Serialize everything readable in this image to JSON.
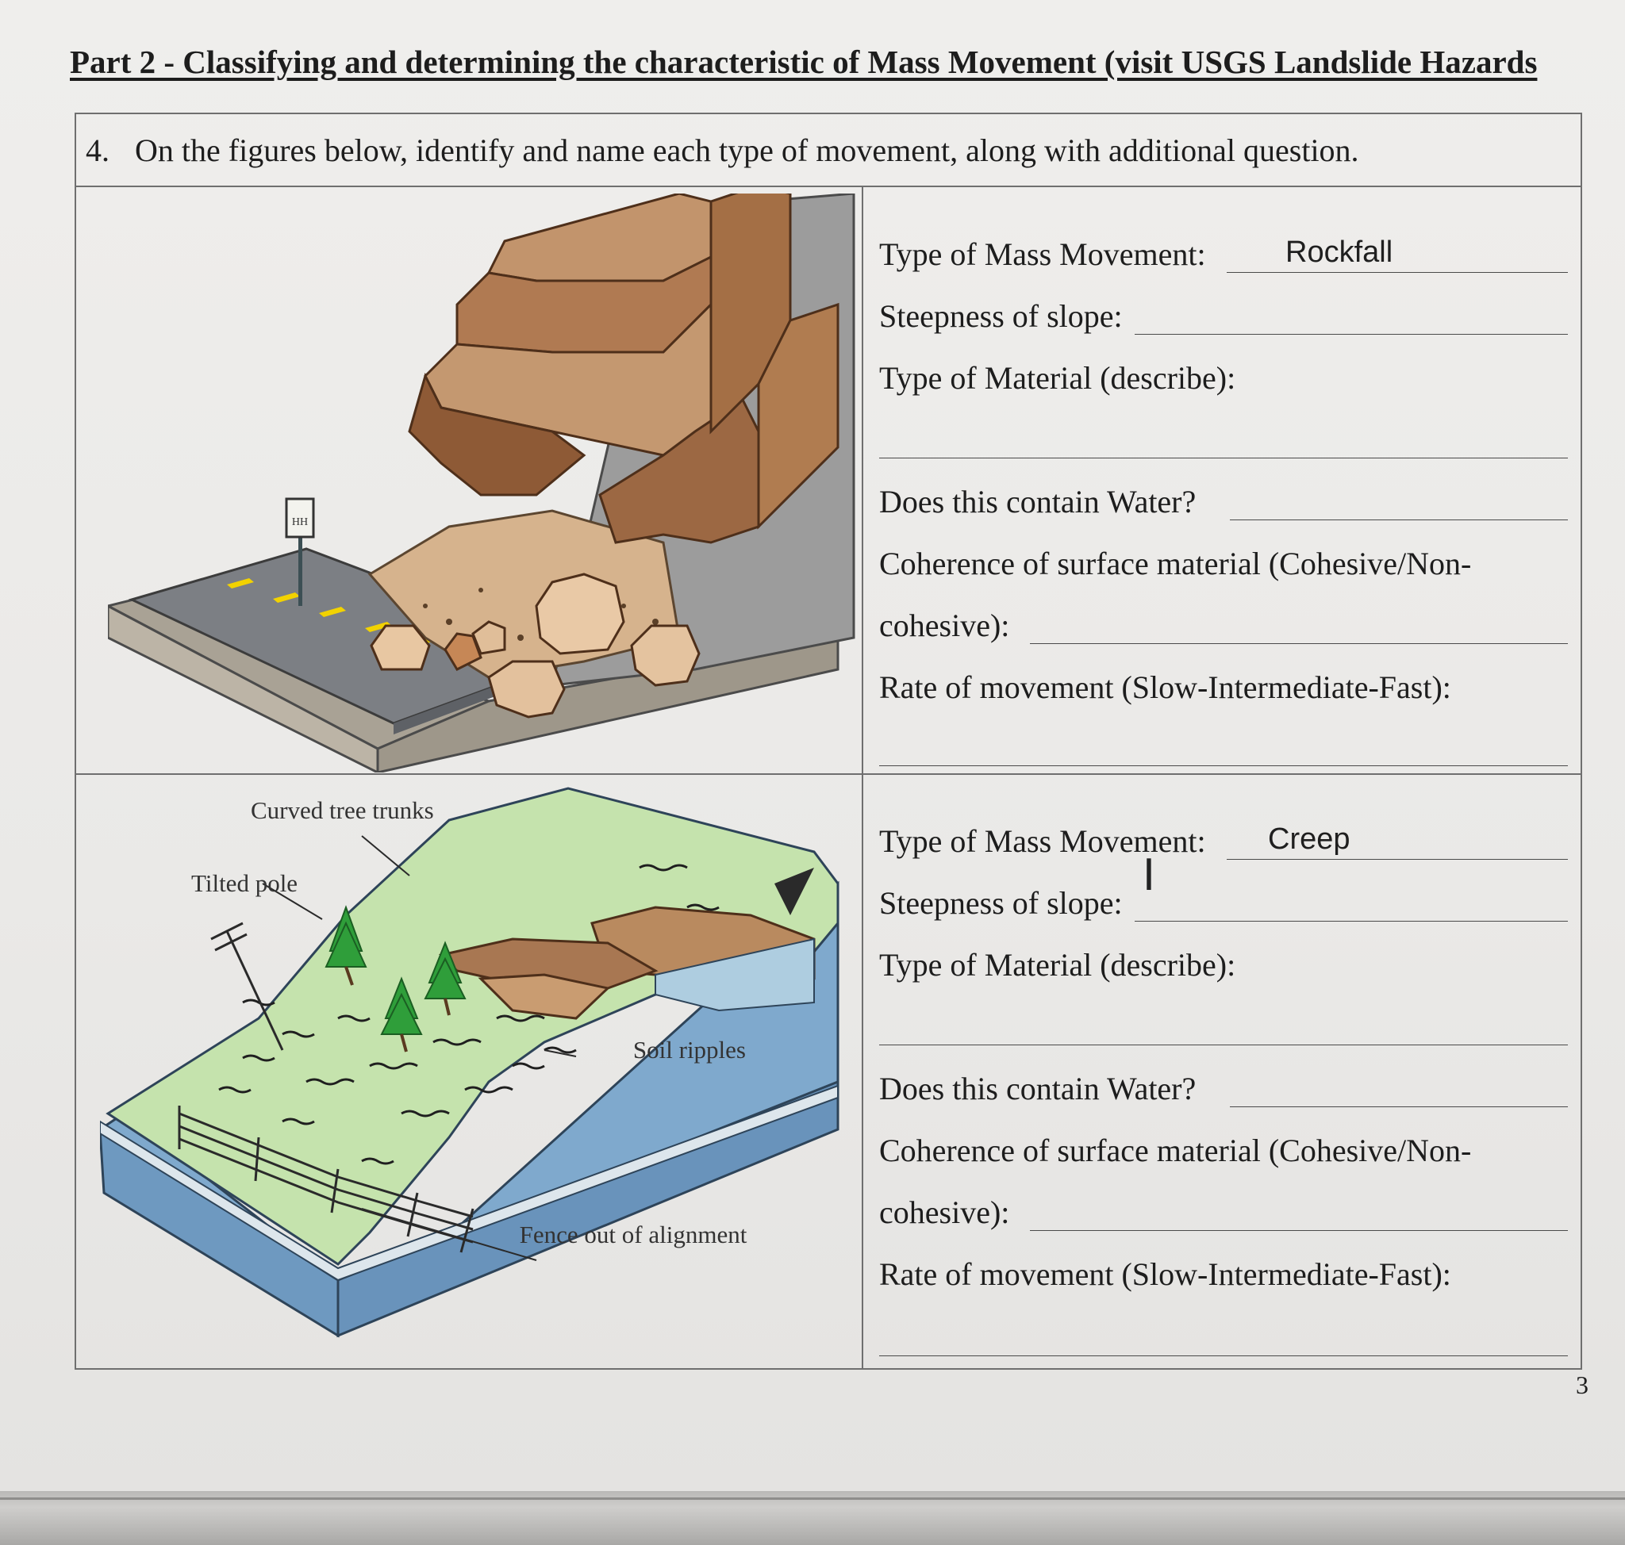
{
  "header": {
    "title": "Part 2 - Classifying and determining the characteristic of Mass Movement (visit USGS Landslide Hazards"
  },
  "question": {
    "number": "4.",
    "text": "On the figures below, identify and name each type of movement, along with additional question."
  },
  "panels": [
    {
      "figure": {
        "icon": "rockfall-illustration",
        "sign_text": "HH"
      },
      "fields": {
        "type_label": "Type of Mass Movement:",
        "type_answer": "Rockfall",
        "steepness_label": "Steepness of slope:",
        "material_label": "Type of Material (describe):",
        "water_label": "Does this contain Water?",
        "coherence_label_1": "Coherence of surface material (Cohesive/Non-",
        "coherence_label_2": "cohesive):",
        "rate_label": "Rate of movement (Slow-Intermediate-Fast):"
      }
    },
    {
      "figure": {
        "icon": "creep-illustration",
        "labels": {
          "curved_trees": "Curved tree trunks",
          "tilted_pole": "Tilted pole",
          "soil_ripples": "Soil ripples",
          "fence": "Fence out of alignment"
        }
      },
      "fields": {
        "type_label": "Type of Mass Movement:",
        "type_answer": "Creep",
        "steepness_label": "Steepness of slope:",
        "material_label": "Type of Material (describe):",
        "water_label": "Does this contain Water?",
        "coherence_label_1": "Coherence of surface material (Cohesive/Non-",
        "coherence_label_2": "cohesive):",
        "rate_label": "Rate of movement (Slow-Intermediate-Fast):"
      }
    }
  ],
  "footer": {
    "page_number": "3"
  }
}
